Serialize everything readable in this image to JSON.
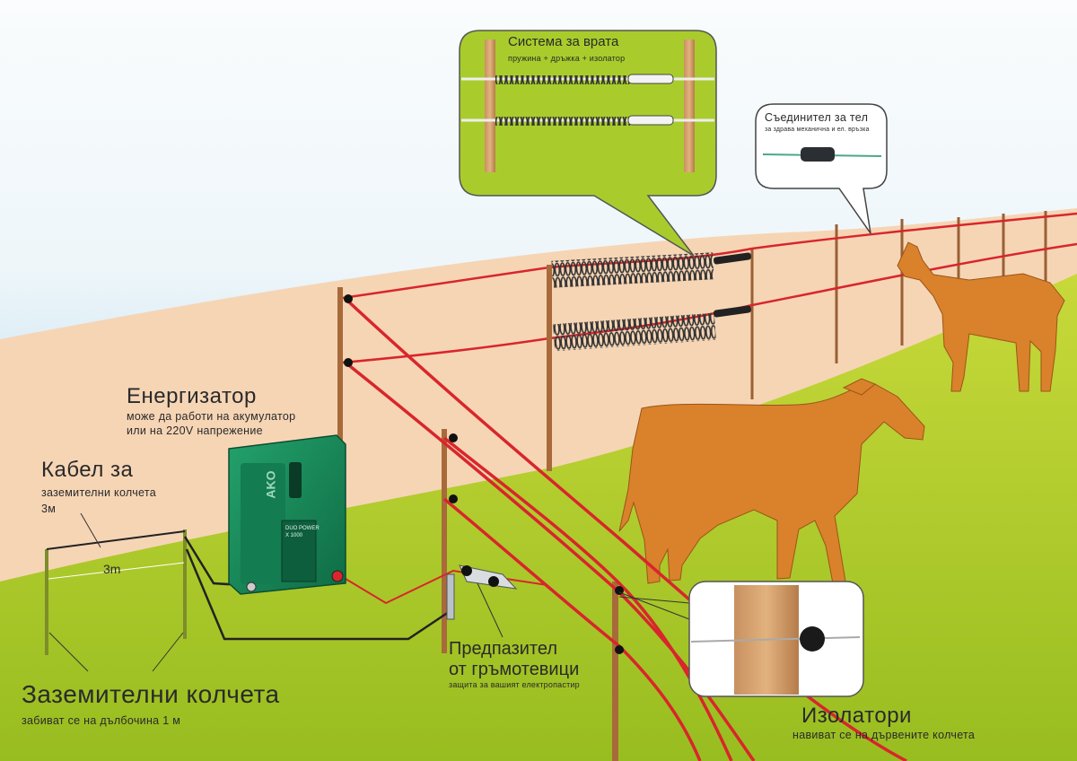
{
  "labels": {
    "gate_title": "Система за врата",
    "gate_sub": "пружина + дръжка + изолатор",
    "connector_title": "Съединител за тел",
    "connector_sub": "за здрава механична и ел. връзка",
    "energizer_title": "Енергизатор",
    "energizer_line1": "може да работи на акумулатор",
    "energizer_line2": "или на 220V напрежение",
    "cable_title": "Кабел за",
    "cable_line1": "заземителни колчета",
    "cable_line2": "3м",
    "span_label": "3m",
    "rods_title": "Заземителни колчета",
    "rods_sub": "забиват се на дълбочина 1 м",
    "protector_title1": "Предпазител",
    "protector_title2": "от гръмотевици",
    "protector_sub": "защита за вашият електропастир",
    "insulators_title": "Изолатори",
    "insulators_sub": "навиват се на дървените колчета"
  },
  "device": {
    "brand": "AKO",
    "model_line1": "DUO POWER",
    "model_line2": "X 1000"
  },
  "colors": {
    "sky_top": "#f4f9fb",
    "sky_bottom": "#8fc5df",
    "hill": "#f6d6b6",
    "grass": "#a6c51c",
    "wire": "#d8262c",
    "post": "#a86a3a",
    "animal": "#d9822b",
    "energizer": "#1a8a5a",
    "callout_bg": "#a9cc2c"
  }
}
